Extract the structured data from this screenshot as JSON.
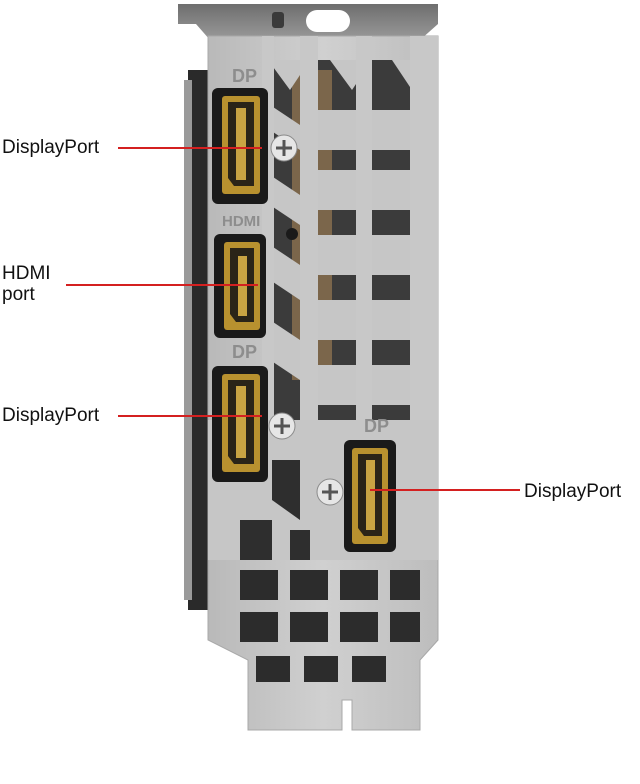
{
  "bracket": {
    "etched_labels": {
      "dp_1": "DP",
      "hdmi": "HDMI",
      "dp_2": "DP",
      "dp_3": "DP"
    }
  },
  "callouts": {
    "displayport_1": {
      "text": "DisplayPort"
    },
    "hdmi": {
      "line1": "HDMI",
      "line2": "port"
    },
    "displayport_2": {
      "text": "DisplayPort"
    },
    "displayport_3": {
      "text": "DisplayPort"
    }
  },
  "colors": {
    "leader_line": "#d42020",
    "bracket_metal": "#c8c8c8",
    "port_housing": "#1a1a1a",
    "port_contacts": "#b8912f"
  }
}
